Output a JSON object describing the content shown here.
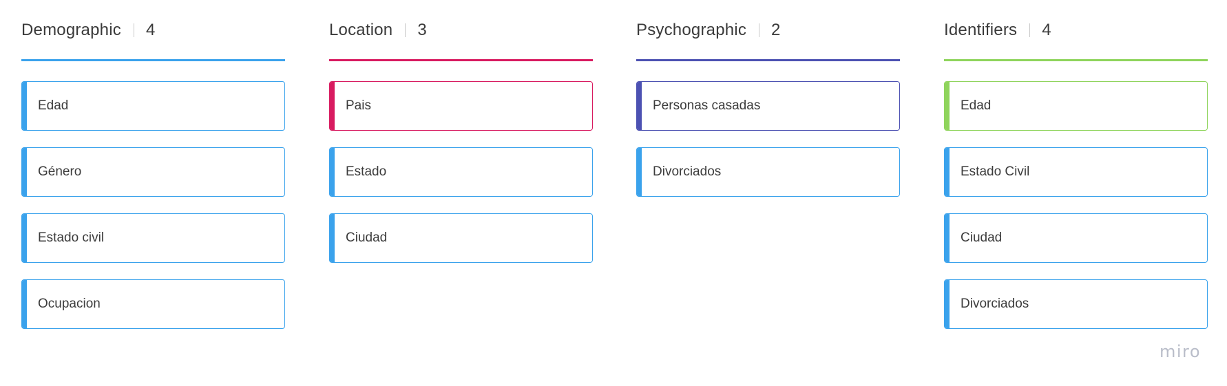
{
  "colors": {
    "demographic": "#3aa2ec",
    "location": "#d81b60",
    "psychographic": "#4c51b2",
    "identifiers": "#8fd45c",
    "default_card": "#3aa2ec"
  },
  "columns": [
    {
      "title": "Demographic",
      "count": "4",
      "color": "#3aa2ec",
      "cards": [
        {
          "label": "Edad",
          "color": "#3aa2ec"
        },
        {
          "label": "Género",
          "color": "#3aa2ec"
        },
        {
          "label": "Estado civil",
          "color": "#3aa2ec"
        },
        {
          "label": "Ocupacion",
          "color": "#3aa2ec"
        }
      ]
    },
    {
      "title": "Location",
      "count": "3",
      "color": "#d81b60",
      "cards": [
        {
          "label": "Pais",
          "color": "#d81b60"
        },
        {
          "label": "Estado",
          "color": "#3aa2ec"
        },
        {
          "label": "Ciudad",
          "color": "#3aa2ec"
        }
      ]
    },
    {
      "title": "Psychographic",
      "count": "2",
      "color": "#4c51b2",
      "cards": [
        {
          "label": "Personas casadas",
          "color": "#4c51b2"
        },
        {
          "label": "Divorciados",
          "color": "#3aa2ec"
        }
      ]
    },
    {
      "title": "Identifiers",
      "count": "4",
      "color": "#8fd45c",
      "cards": [
        {
          "label": "Edad",
          "color": "#8fd45c"
        },
        {
          "label": "Estado Civil",
          "color": "#3aa2ec"
        },
        {
          "label": "Ciudad",
          "color": "#3aa2ec"
        },
        {
          "label": "Divorciados",
          "color": "#3aa2ec"
        }
      ]
    }
  ],
  "watermark": "miro"
}
